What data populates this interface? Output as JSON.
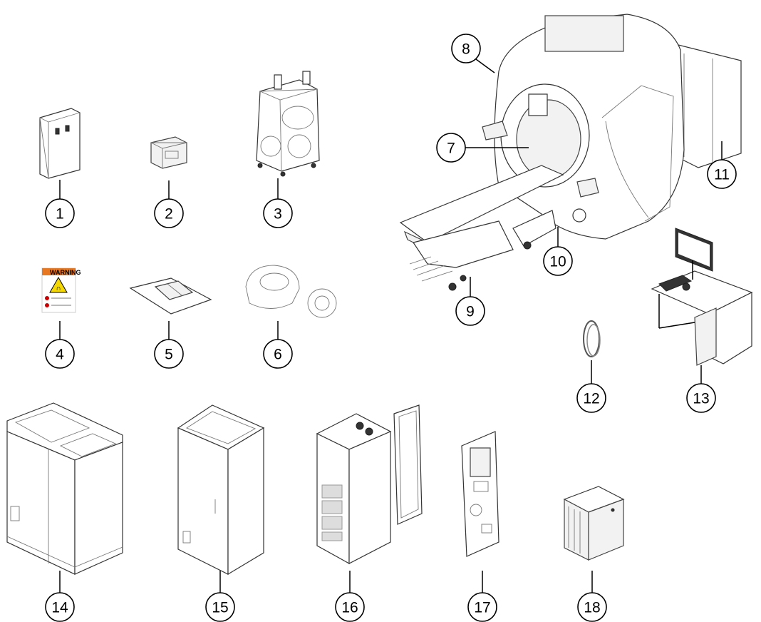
{
  "diagram": {
    "callouts": [
      {
        "label": "1"
      },
      {
        "label": "2"
      },
      {
        "label": "3"
      },
      {
        "label": "4"
      },
      {
        "label": "5"
      },
      {
        "label": "6"
      },
      {
        "label": "7"
      },
      {
        "label": "8"
      },
      {
        "label": "9"
      },
      {
        "label": "10"
      },
      {
        "label": "11"
      },
      {
        "label": "12"
      },
      {
        "label": "13"
      },
      {
        "label": "14"
      },
      {
        "label": "15"
      },
      {
        "label": "16"
      },
      {
        "label": "17"
      },
      {
        "label": "18"
      }
    ],
    "warning_sign": {
      "title": "WARNING"
    },
    "colors": {
      "warning_header": "#e87722",
      "warning_triangle": "#f5d800"
    }
  }
}
